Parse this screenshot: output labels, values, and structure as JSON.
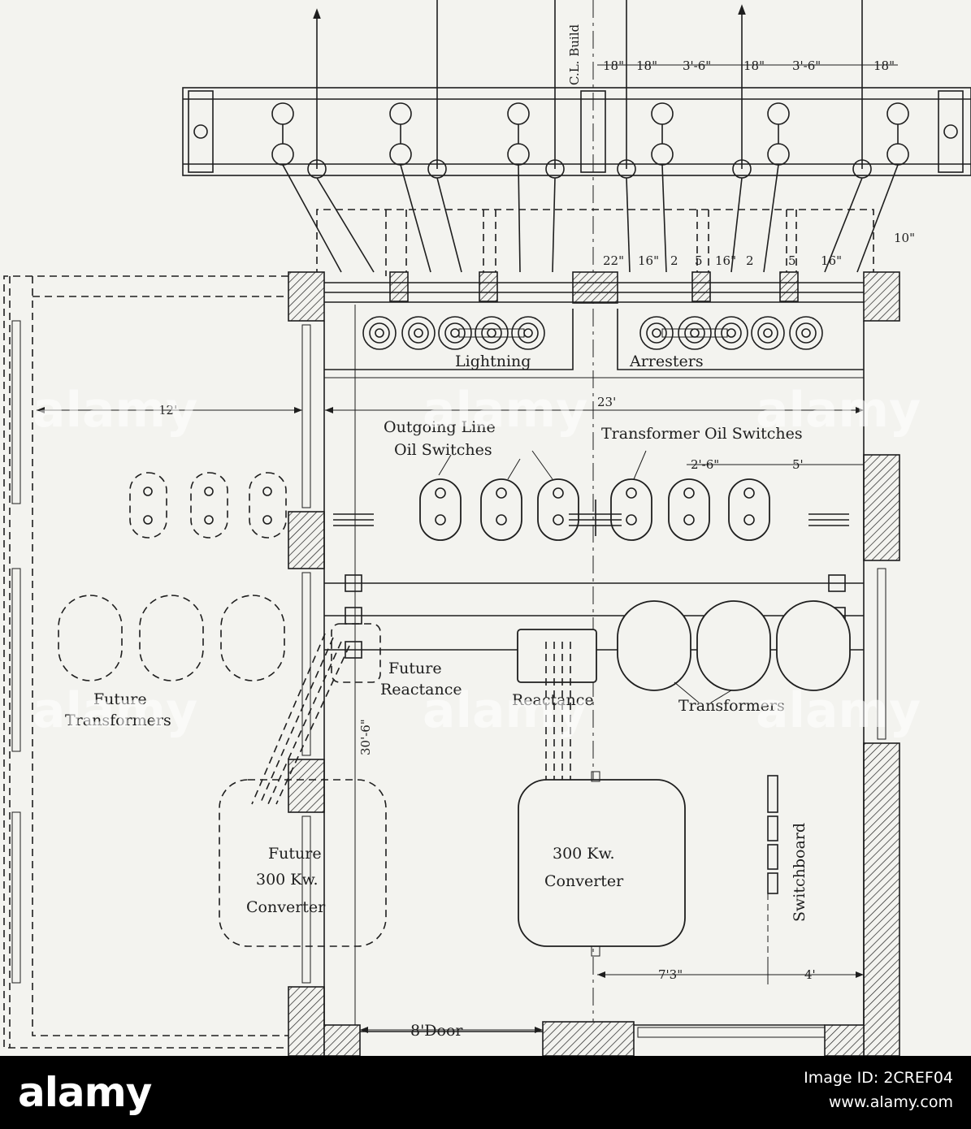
{
  "labels": {
    "centerline": "C.L. Build",
    "lightning": "Lightning",
    "arresters": "Arresters",
    "outgoing_line": "Outgoing Line",
    "oil_switches": "Oil Switches",
    "transformer_oil_switches": "Transformer Oil Switches",
    "future_reactance_1": "Future",
    "future_reactance_2": "Reactance",
    "reactance": "Reactance",
    "transformers": "Transformers",
    "future_transformers_1": "Future",
    "future_transformers_2": "Transformers",
    "future_converter_1": "Future",
    "future_converter_2": "300 Kw.",
    "future_converter_3": "Converter",
    "converter_1": "300 Kw.",
    "converter_2": "Converter",
    "switchboard": "Switchboard",
    "door": "8'Door"
  },
  "dimensions": {
    "top_row": [
      "18\"",
      "18\"",
      "3'-6\"",
      "18\"",
      "3'-6\"",
      "18\""
    ],
    "bus_row": [
      "22\"",
      "16\"",
      "2",
      "5",
      "16\"",
      "2",
      "5",
      "16\""
    ],
    "right_10": "10\"",
    "width_12": "12'",
    "width_23": "23'",
    "spacing_2_6": "2'-6\"",
    "spacing_5": "5'",
    "height_30_6": "30'-6\"",
    "span_7_3": "7'3\"",
    "span_4": "4'"
  },
  "footer": {
    "brand": "alamy",
    "image_id": "Image ID: 2CREF04",
    "site": "www.alamy.com"
  },
  "watermark": "alamy"
}
